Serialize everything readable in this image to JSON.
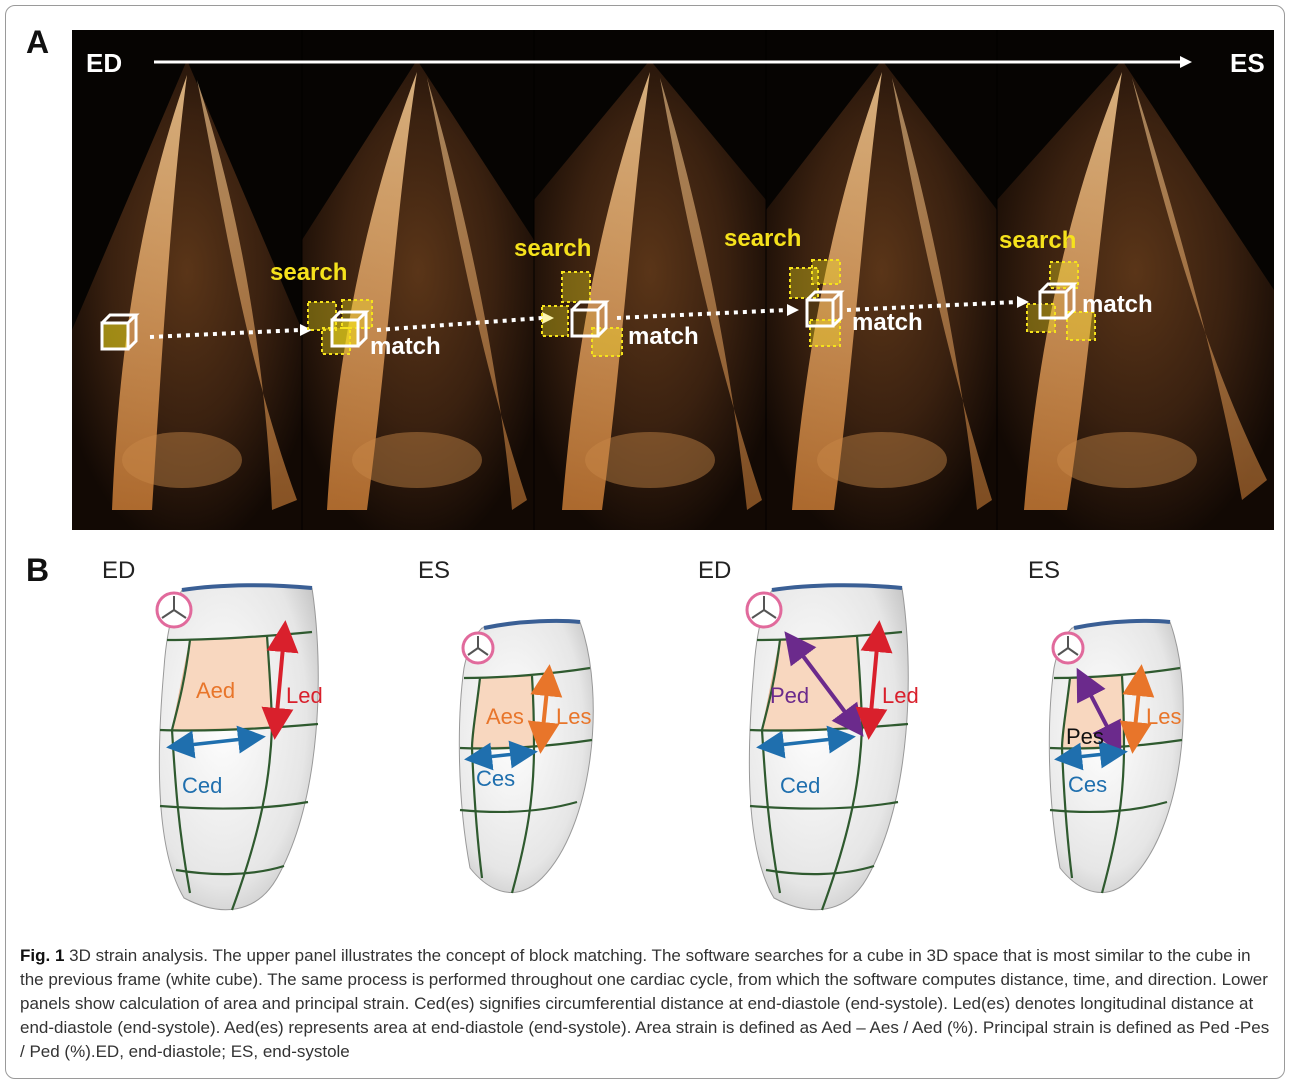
{
  "panel_a": {
    "letter": "A",
    "start_label": "ED",
    "end_label": "ES",
    "search_label": "search",
    "match_label": "match"
  },
  "panel_b": {
    "letter": "B",
    "hearts": [
      {
        "phase": "ED",
        "area": "Aed",
        "longitudinal": "Led",
        "circumferential": "Ced"
      },
      {
        "phase": "ES",
        "area": "Aes",
        "longitudinal": "Les",
        "circumferential": "Ces"
      },
      {
        "phase": "ED",
        "principal": "Ped",
        "longitudinal": "Led",
        "circumferential": "Ced"
      },
      {
        "phase": "ES",
        "principal": "Pes",
        "longitudinal": "Les",
        "circumferential": "Ces"
      }
    ]
  },
  "colors": {
    "overlay_yellow": "#f5e21c",
    "area_fill": "#f8d7bf",
    "longitudinal_red": "#d9202c",
    "longitudinal_orange": "#e8752a",
    "circumferential_blue": "#1f6fae",
    "principal_purple": "#6b2a8c",
    "grid_green": "#2f5a2f",
    "base_blue": "#3a5f95",
    "valve_pink": "#e16a9c"
  },
  "caption": {
    "label": "Fig. 1",
    "text": "3D strain analysis. The upper panel illustrates the concept of block matching. The software searches for a cube in 3D space that is most similar to the cube in the previous frame (white cube). The same process is performed throughout one cardiac cycle, from which the software computes distance, time, and direction. Lower panels show calculation of area and principal strain. Ced(es) signifies circumferential distance at end-diastole (end-systole). Led(es) denotes longitudinal distance at end-diastole (end-systole). Aed(es) represents area at end-diastole (end-systole). Area strain is defined as Aed – Aes / Aed (%). Principal strain is defined as Ped -Pes / Ped (%).ED, end-diastole; ES, end-systole"
  }
}
